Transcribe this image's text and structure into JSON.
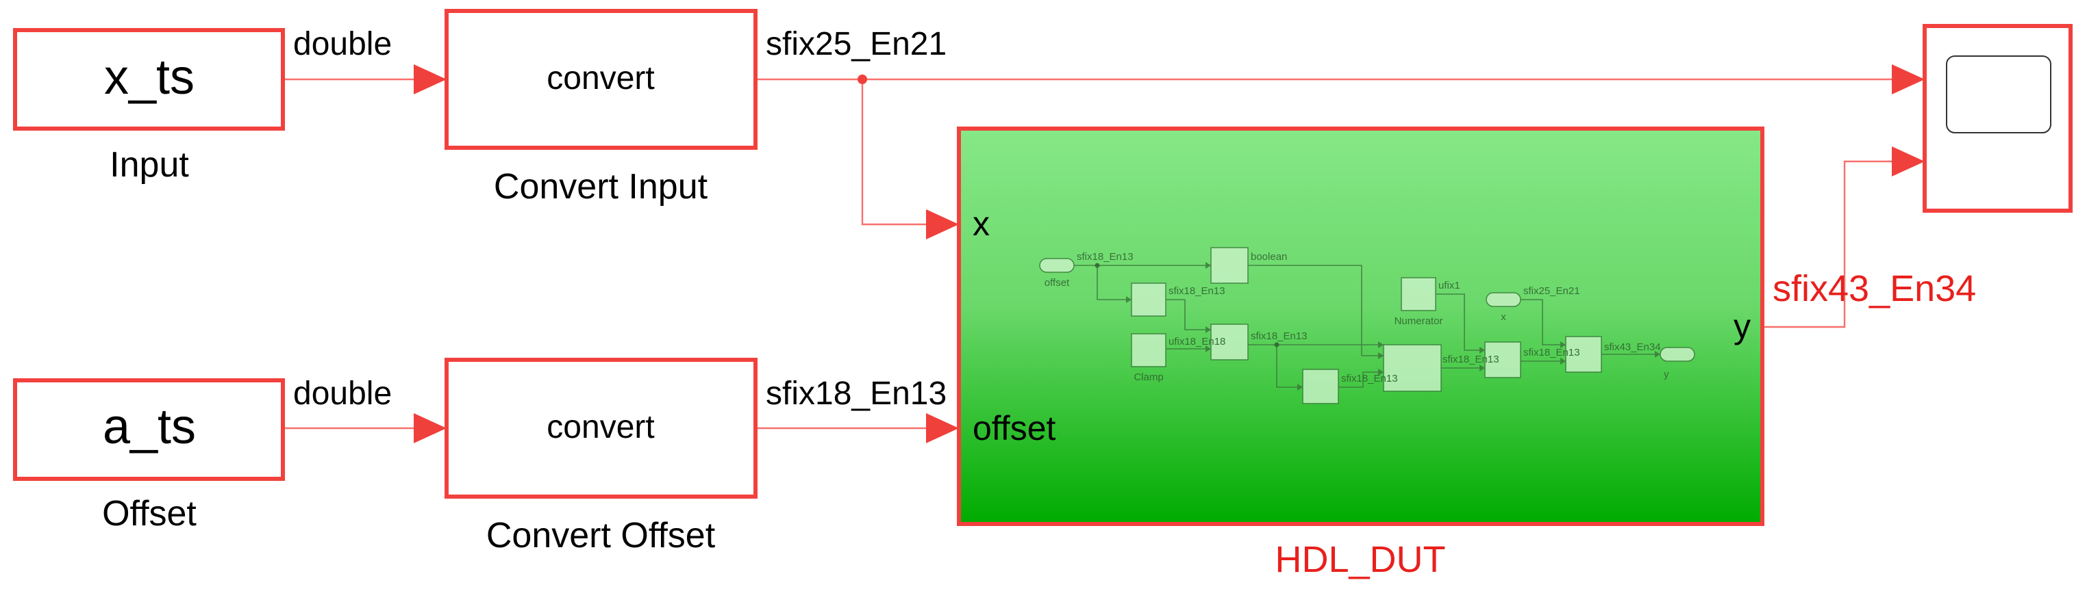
{
  "colors": {
    "block_border": "#f2413d",
    "signal_line": "#f7706c",
    "subsystem_top": "#86e886",
    "subsystem_bottom": "#00ab00",
    "label_red": "#e8201c"
  },
  "blocks": {
    "x_ts": {
      "text": "x_ts",
      "caption": "Input"
    },
    "a_ts": {
      "text": "a_ts",
      "caption": "Offset"
    },
    "convert_input": {
      "text": "convert",
      "caption": "Convert Input"
    },
    "convert_offset": {
      "text": "convert",
      "caption": "Convert Offset"
    },
    "scope": {
      "icon": "scope-display-icon"
    },
    "hdl_dut": {
      "caption": "HDL_DUT",
      "in_port_x": "x",
      "in_port_offset": "offset",
      "out_port_y": "y"
    }
  },
  "signals": {
    "x_double": "double",
    "a_double": "double",
    "x_converted": "sfix25_En21",
    "a_converted": "sfix18_En13",
    "y_out": "sfix43_En34"
  },
  "inner": {
    "port_offset": "offset",
    "port_x": "x",
    "port_y": "y",
    "clamp": "Clamp",
    "numerator": "Numerator",
    "labels": {
      "offset_out": "sfix18_En13",
      "boolean": "boolean",
      "b1_out": "sfix18_En13",
      "clamp_out": "ufix18_En18",
      "add_out": "sfix18_En13",
      "numerator_out": "ufix1",
      "x_out": "sfix25_En21",
      "b2_out": "sfix18_En13",
      "mux_out": "sfix18_En13",
      "prod_out": "sfix18_En13",
      "mult_out": "sfix43_En34"
    }
  }
}
